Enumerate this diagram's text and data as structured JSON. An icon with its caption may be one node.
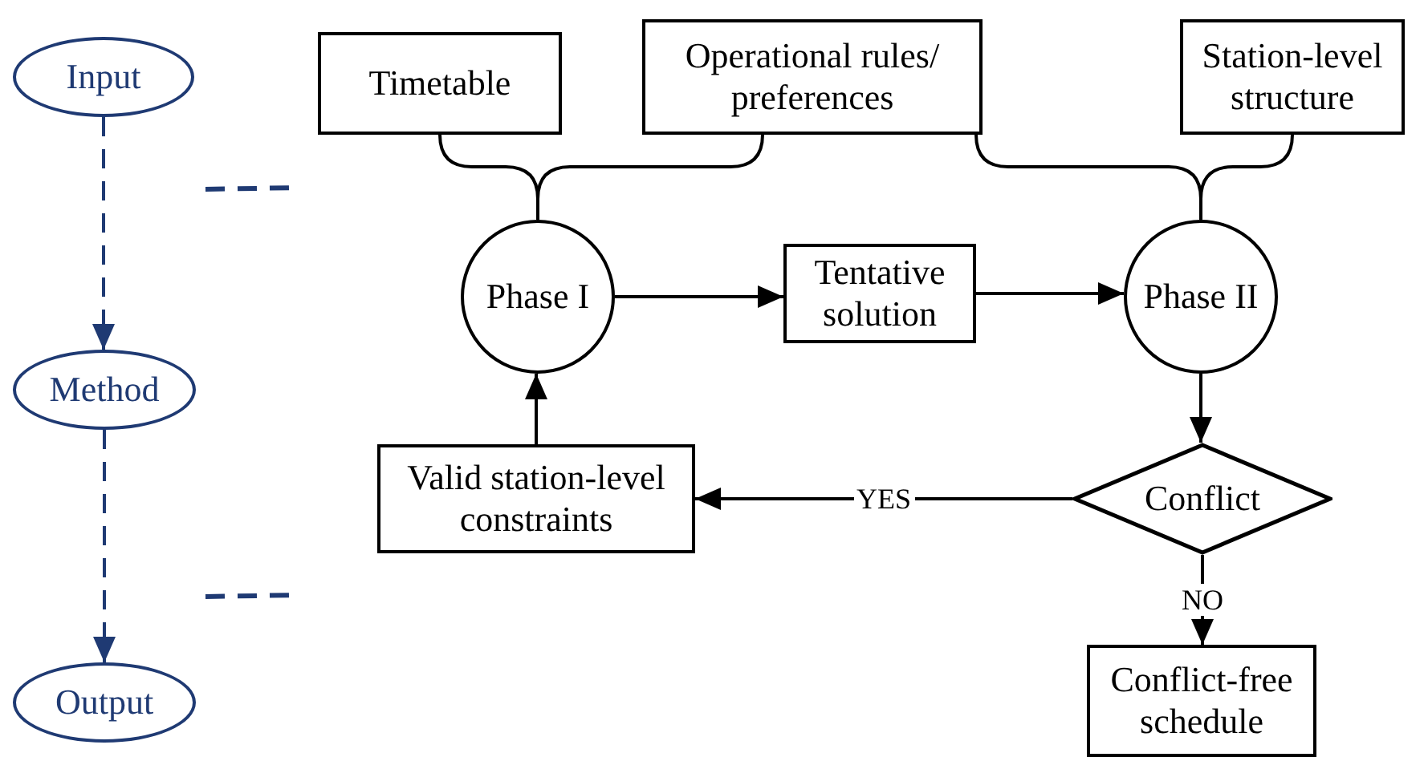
{
  "diagram": {
    "nodes": [
      {
        "text": [
          "Input"
        ]
      },
      {
        "text": [
          "Method"
        ]
      },
      {
        "text": [
          "Output"
        ]
      },
      {
        "text": [
          "Timetable"
        ]
      },
      {
        "text": [
          "Operational rules/ preferences"
        ]
      },
      {
        "text": [
          "Station-level structure"
        ]
      },
      {
        "text": [
          "Phase I"
        ]
      },
      {
        "text": [
          "Tentative solution"
        ]
      },
      {
        "text": [
          "Phase II"
        ]
      },
      {
        "text": [
          "Conflict"
        ]
      },
      {
        "text": [
          "Valid station-level constraints"
        ]
      },
      {
        "text": [
          "Conflict-free schedule"
        ]
      }
    ],
    "edges": [
      {
        "from": 0,
        "to": 1,
        "arrow": "to",
        "style": "dashed",
        "color": "#1f3a73"
      },
      {
        "from": 1,
        "to": 2,
        "arrow": "to",
        "style": "dashed",
        "color": "#1f3a73"
      },
      {
        "from": 3,
        "to": 6,
        "arrow": "none"
      },
      {
        "from": 4,
        "to": 6,
        "arrow": "none"
      },
      {
        "from": 4,
        "to": 8,
        "arrow": "none"
      },
      {
        "from": 5,
        "to": 8,
        "arrow": "none"
      },
      {
        "from": 6,
        "to": 7,
        "arrow": "to"
      },
      {
        "from": 7,
        "to": 8,
        "arrow": "to"
      },
      {
        "from": 8,
        "to": 9,
        "arrow": "to"
      },
      {
        "from": 9,
        "to": 10,
        "arrow": "to",
        "label": "YES"
      },
      {
        "from": 10,
        "to": 6,
        "arrow": "to"
      },
      {
        "from": 9,
        "to": 11,
        "arrow": "to",
        "label": "NO"
      }
    ]
  }
}
